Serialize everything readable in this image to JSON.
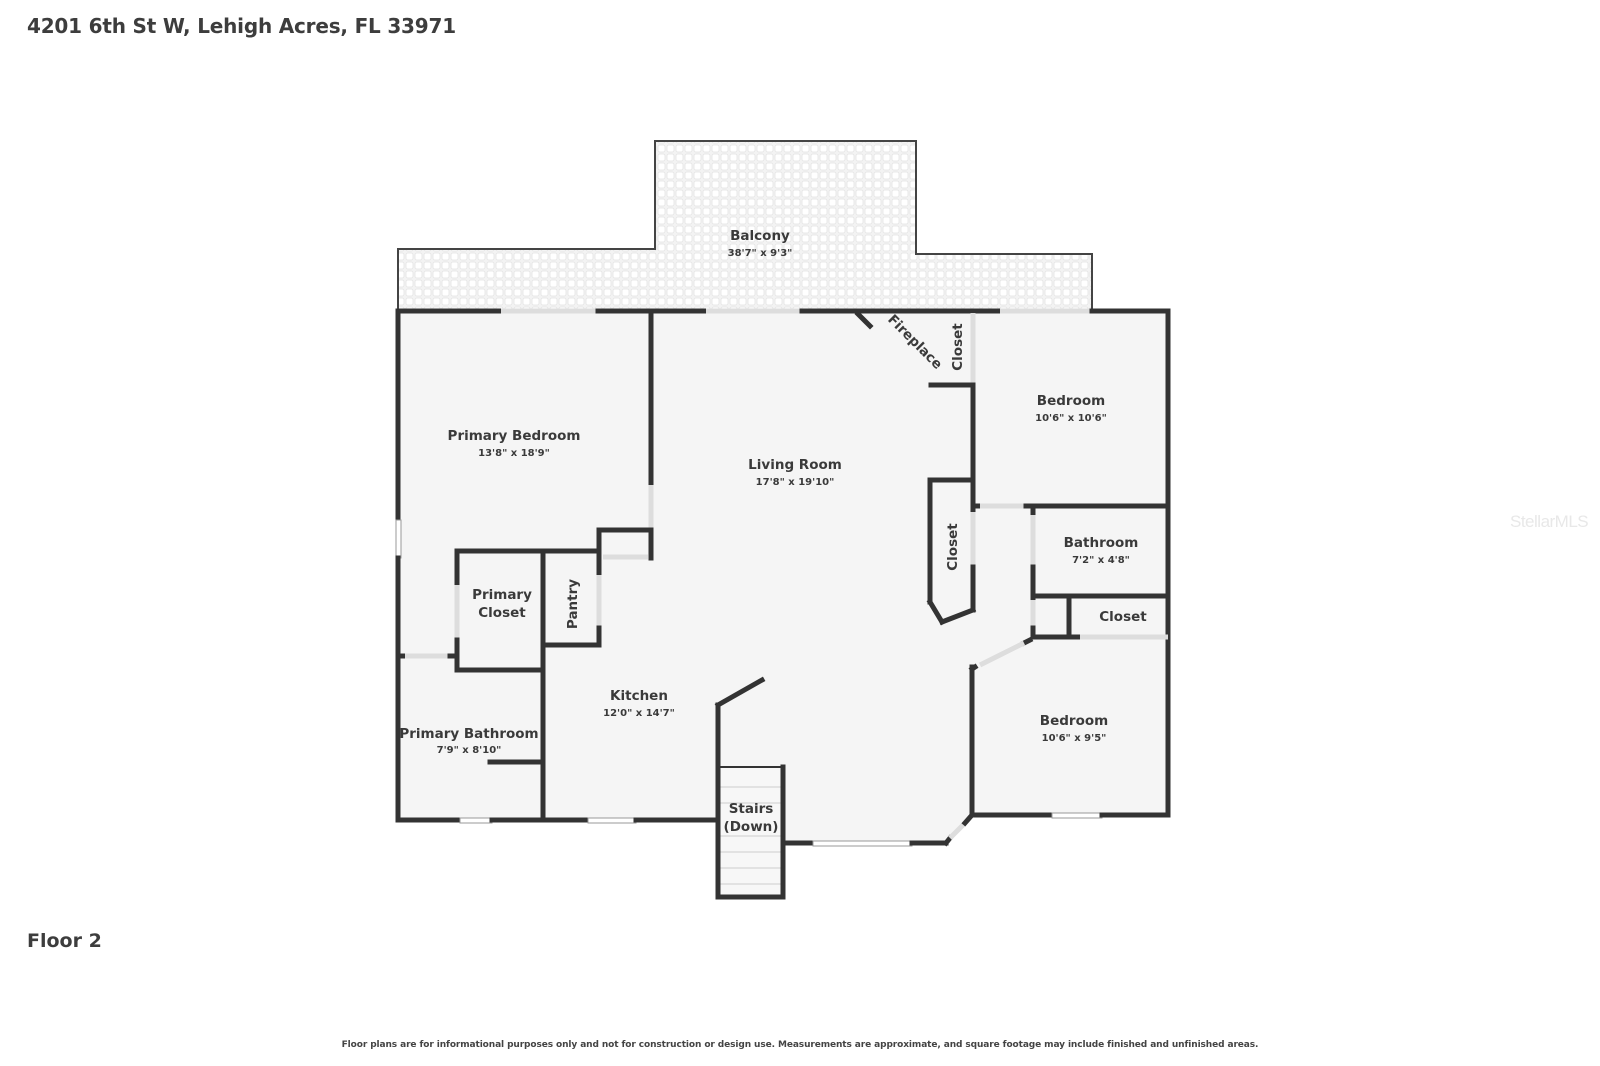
{
  "header": {
    "address": "4201 6th St W, Lehigh Acres, FL 33971"
  },
  "floor": {
    "label": "Floor 2"
  },
  "rooms": {
    "balcony": {
      "name": "Balcony",
      "dims": "38'7\" x 9'3\""
    },
    "primary_bedroom": {
      "name": "Primary Bedroom",
      "dims": "13'8\" x 18'9\""
    },
    "living_room": {
      "name": "Living Room",
      "dims": "17'8\" x 19'10\""
    },
    "fireplace": {
      "name": "Fireplace"
    },
    "closet_top": {
      "name": "Closet"
    },
    "bedroom_top": {
      "name": "Bedroom",
      "dims": "10'6\" x 10'6\""
    },
    "closet_living": {
      "name": "Closet"
    },
    "bathroom": {
      "name": "Bathroom",
      "dims": "7'2\" x 4'8\""
    },
    "closet_right": {
      "name": "Closet"
    },
    "primary_closet": {
      "name_line1": "Primary",
      "name_line2": "Closet"
    },
    "pantry": {
      "name": "Pantry"
    },
    "kitchen": {
      "name": "Kitchen",
      "dims": "12'0\" x 14'7\""
    },
    "primary_bathroom": {
      "name": "Primary Bathroom",
      "dims": "7'9\" x 8'10\""
    },
    "bedroom_bottom": {
      "name": "Bedroom",
      "dims": "10'6\" x 9'5\""
    },
    "stairs": {
      "name_line1": "Stairs",
      "name_line2": "(Down)"
    }
  },
  "watermark": "StellarMLS",
  "footer": {
    "disclaimer": "Floor plans are for informational purposes only and not for construction or design use. Measurements are approximate, and square footage may include finished and unfinished areas."
  },
  "colors": {
    "wall": "#333333",
    "floor_fill": "#f5f5f5",
    "balcony_fill": "#f2f2f2",
    "text": "#3a3a3a"
  }
}
